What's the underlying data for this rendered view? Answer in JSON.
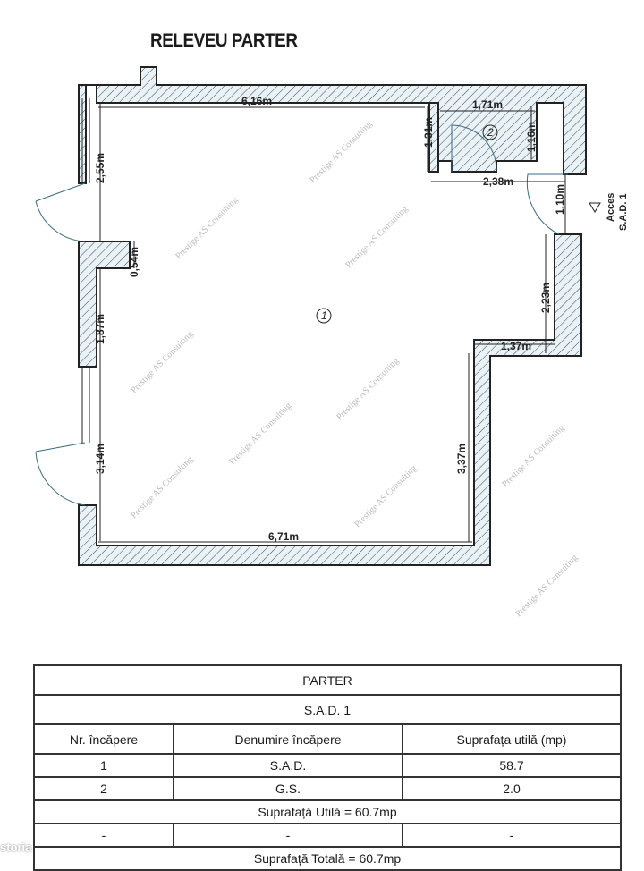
{
  "title": "RELEVEU PARTER",
  "plan": {
    "room_1_label": "1",
    "room_2_label": "2",
    "dimensions": [
      "6,16m",
      "1,31m",
      "1,71m",
      "1,16m",
      "2,38m",
      "1,10m",
      "2,55m",
      "0,54m",
      "1,87m",
      "3,14m",
      "2,23m",
      "1,37m",
      "3,37m",
      "6,71m"
    ],
    "access_label_1": "Acces",
    "access_label_2": "S.A.D. 1",
    "watermark": "Prestige AS Consulting"
  },
  "table": {
    "level": "PARTER",
    "unit": "S.A.D. 1",
    "headers": [
      "Nr. încăpere",
      "Denumire încăpere",
      "Suprafața utilă (mp)"
    ],
    "rows": [
      [
        "1",
        "S.A.D.",
        "58.7"
      ],
      [
        "2",
        "G.S.",
        "2.0"
      ]
    ],
    "useful_area": "Suprafață Utilă = 60.7mp",
    "empty_row": [
      "-",
      "-",
      "-"
    ],
    "total_area": "Suprafață Totală = 60.7mp"
  },
  "logo": "storia"
}
